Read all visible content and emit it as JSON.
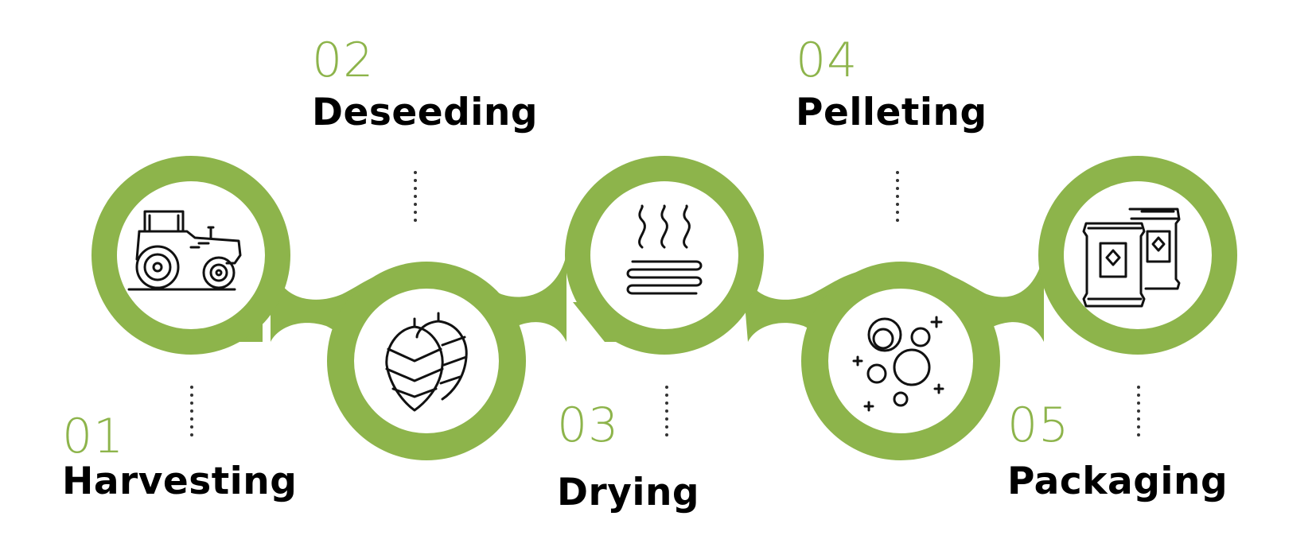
{
  "colors": {
    "accent": "#8db44b",
    "text": "#000000",
    "icon": "#111111"
  },
  "steps": [
    {
      "number": "01",
      "title": "Harvesting",
      "icon": "tractor-icon"
    },
    {
      "number": "02",
      "title": "Deseeding",
      "icon": "hop-cones-icon"
    },
    {
      "number": "03",
      "title": "Drying",
      "icon": "steam-heat-icon"
    },
    {
      "number": "04",
      "title": "Pelleting",
      "icon": "bubbles-icon"
    },
    {
      "number": "05",
      "title": "Packaging",
      "icon": "packaged-bags-icon"
    }
  ]
}
